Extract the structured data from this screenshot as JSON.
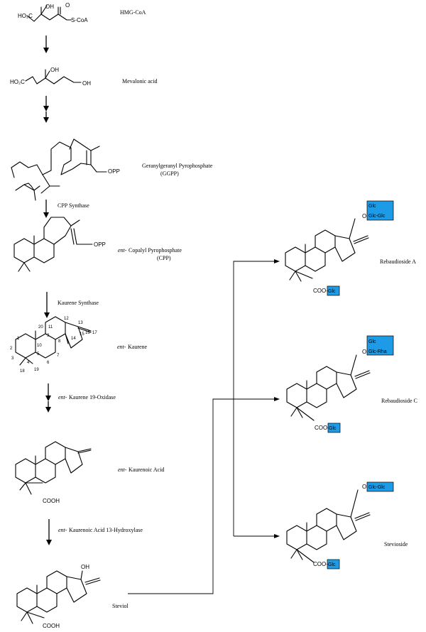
{
  "labels": {
    "hmg": "HMG-CoA",
    "mev": "Mevalonic acid",
    "ggpp1": "Geranylgeranyl Pyrophosphate",
    "ggpp2": "(GGPP)",
    "cpps": "CPP Synthase",
    "cpp_pre": "ent-",
    "cpp": "Copalyl Pyrophosphate",
    "cpp2": "(CPP)",
    "ks": "Kaurene Synthase",
    "kaur_pre": "ent-",
    "kaur": "Kaurene",
    "ko_pre": "ent-",
    "ko": "Kaurene 19-Oxidase",
    "ka_pre": "ent-",
    "ka": "Kaurenoic Acid",
    "kah_pre": "ent-",
    "kah": "Kaurenoic Acid 13-Hydroxylase",
    "steviol": "Steviol",
    "rebA": "Rebaudioside A",
    "rebC": "Rebaudioside C",
    "stevioside": "Stevioside"
  },
  "chem": {
    "ho2c": "HO₂C",
    "oh": "OH",
    "scoa": "S-CoA",
    "o": "O",
    "opp": "OPP",
    "cooh": "COOH",
    "coo": "COO-",
    "o_prefix": "O"
  },
  "atoms": [
    "1",
    "2",
    "3",
    "4",
    "5",
    "6",
    "7",
    "8",
    "9",
    "10",
    "11",
    "12",
    "13",
    "14",
    "15",
    "16",
    "17",
    "18",
    "19",
    "20"
  ],
  "glycosides": {
    "glc": "Glc",
    "glc_glc": "Glc-Glc",
    "glc_rha": "Glc-Rha"
  }
}
